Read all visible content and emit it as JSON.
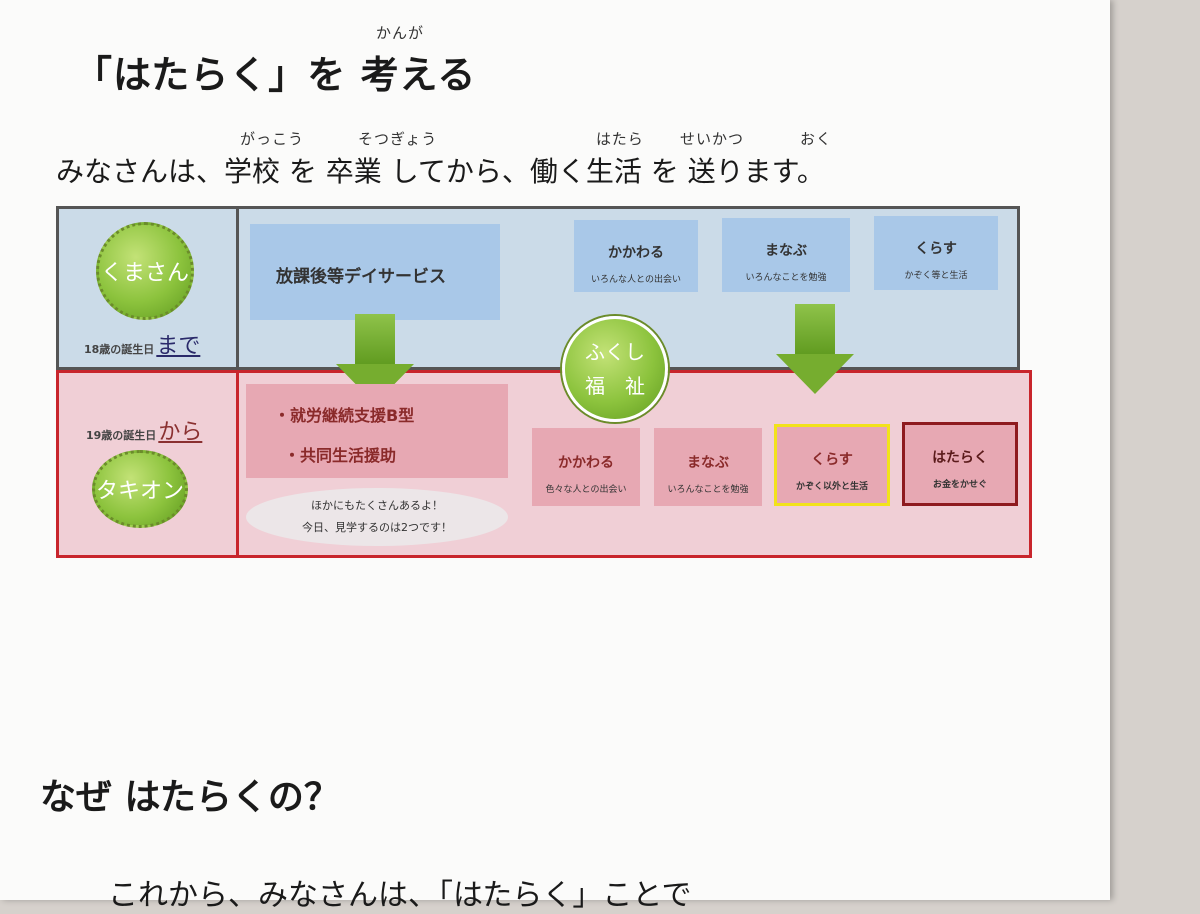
{
  "title": {
    "text": "「はたらく」を 考える",
    "ruby": "かんが"
  },
  "intro": {
    "sentence": "みなさんは、学校 を 卒業 してから、働く生活 を 送ります。",
    "ruby": {
      "gakkou": "がっこう",
      "sotsugyou": "そつぎょう",
      "hatara": "はたら",
      "seikatsu": "せいかつ",
      "oku": "おく"
    }
  },
  "diagram": {
    "top_age": {
      "small": "18歳の誕生日",
      "big": "まで"
    },
    "bottom_age": {
      "small": "19歳の誕生日",
      "big": "から"
    },
    "kuma": "くまさん",
    "takion": "タキオン",
    "welfare": {
      "line1": "ふくし",
      "line2": "福　祉"
    },
    "top_service": "放課後等デイサービス",
    "top_boxes": [
      {
        "main": "かかわる",
        "sub": "いろんな人との出会い"
      },
      {
        "main": "まなぶ",
        "sub": "いろんなことを勉強"
      },
      {
        "main": "くらす",
        "sub": "かぞく等と生活"
      }
    ],
    "bottom_services": [
      "・就労継続支援B型",
      "・共同生活援助"
    ],
    "note": [
      "ほかにもたくさんあるよ！",
      "今日、見学するのは2つです！"
    ],
    "bottom_boxes": [
      {
        "main": "かかわる",
        "sub": "色々な人との出会い"
      },
      {
        "main": "まなぶ",
        "sub": "いろんなことを勉強"
      },
      {
        "main": "くらす",
        "sub": "かぞく以外と生活",
        "border": "#f2e21b"
      },
      {
        "main": "はたらく",
        "sub": "お金をかせぐ",
        "border": "#8e1a1f"
      }
    ]
  },
  "section2": {
    "heading": "なぜ はたらくの？",
    "line": "これから、みなさんは、「はたらく」ことで"
  },
  "colors": {
    "top_panel": "#cbdbe8",
    "bottom_panel": "#f0cfd6",
    "blue_box": "#a9c8e8",
    "pink_box": "#e7a8b3",
    "green": "#8cc33d"
  }
}
